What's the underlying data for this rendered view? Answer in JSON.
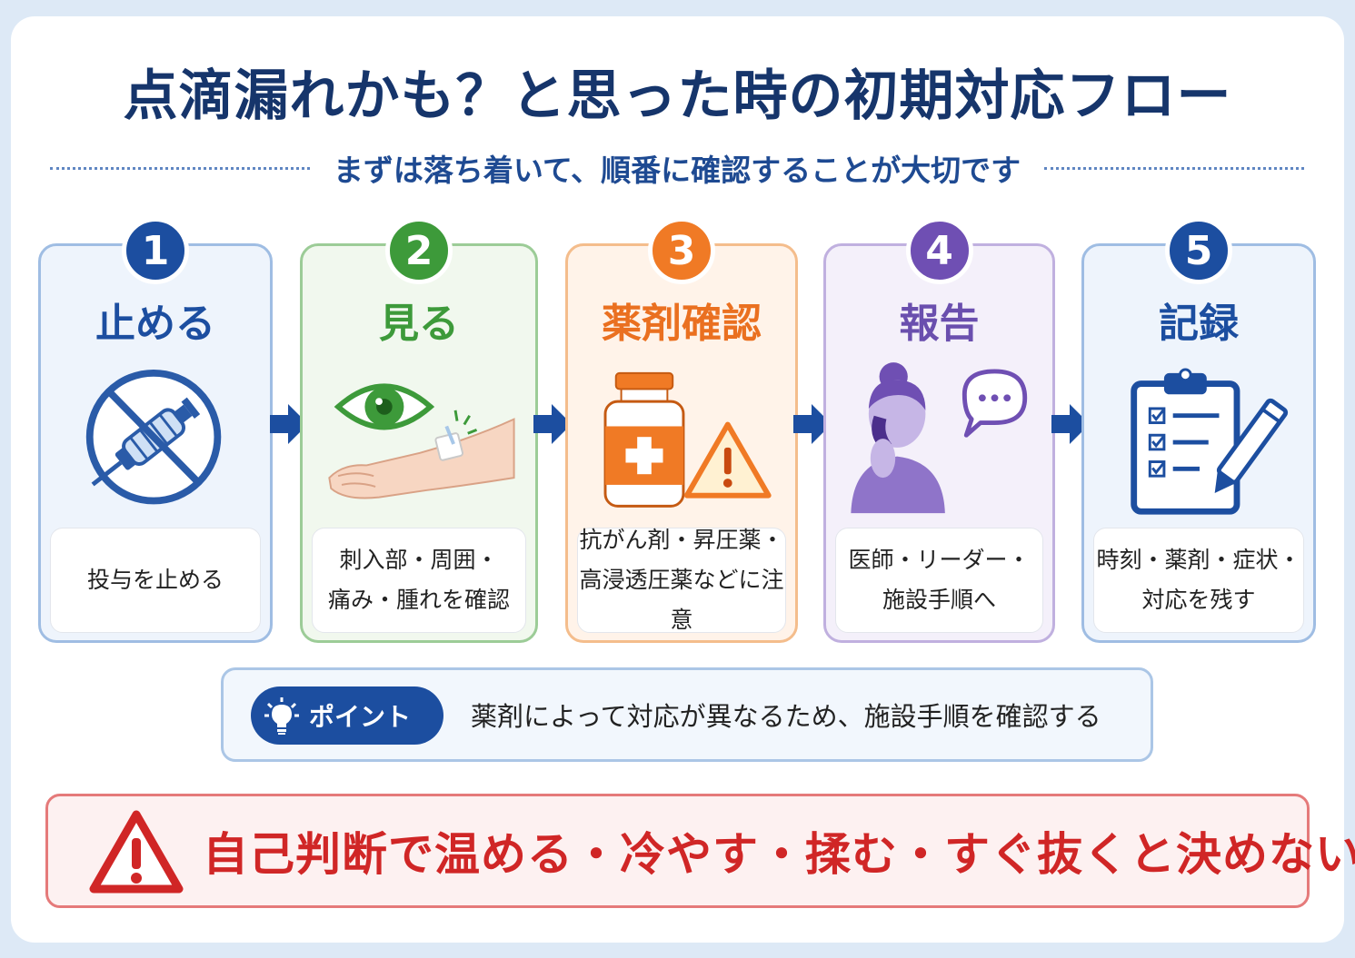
{
  "title": "点滴漏れかも？と思った時の初期対応フロー",
  "subtitle": "まずは落ち着いて、順番に確認することが大切です",
  "steps": [
    {
      "number": "1",
      "title": "止める",
      "desc_lines": [
        "投与を止める"
      ]
    },
    {
      "number": "2",
      "title": "見る",
      "desc_lines": [
        "刺入部・周囲・",
        "痛み・腫れを確認"
      ]
    },
    {
      "number": "3",
      "title": "薬剤確認",
      "desc_lines": [
        "抗がん剤・昇圧薬・",
        "高浸透圧薬などに注意"
      ]
    },
    {
      "number": "4",
      "title": "報告",
      "desc_lines": [
        "医師・リーダー・",
        "施設手順へ"
      ]
    },
    {
      "number": "5",
      "title": "記録",
      "desc_lines": [
        "時刻・薬剤・症状・",
        "対応を残す"
      ]
    }
  ],
  "point": {
    "label": "ポイント",
    "text": "薬剤によって対応が異なるため、施設手順を確認する",
    "icon": "lightbulb-icon"
  },
  "warning": {
    "text": "自己判断で温める・冷やす・揉む・すぐ抜くと決めない",
    "icon": "warning-triangle-icon"
  },
  "colors": {
    "navy": "#16356b",
    "blue": "#1c4ea0",
    "green": "#3d9a3a",
    "orange": "#f07a25",
    "purple": "#6f4fb3",
    "red": "#d02626"
  }
}
